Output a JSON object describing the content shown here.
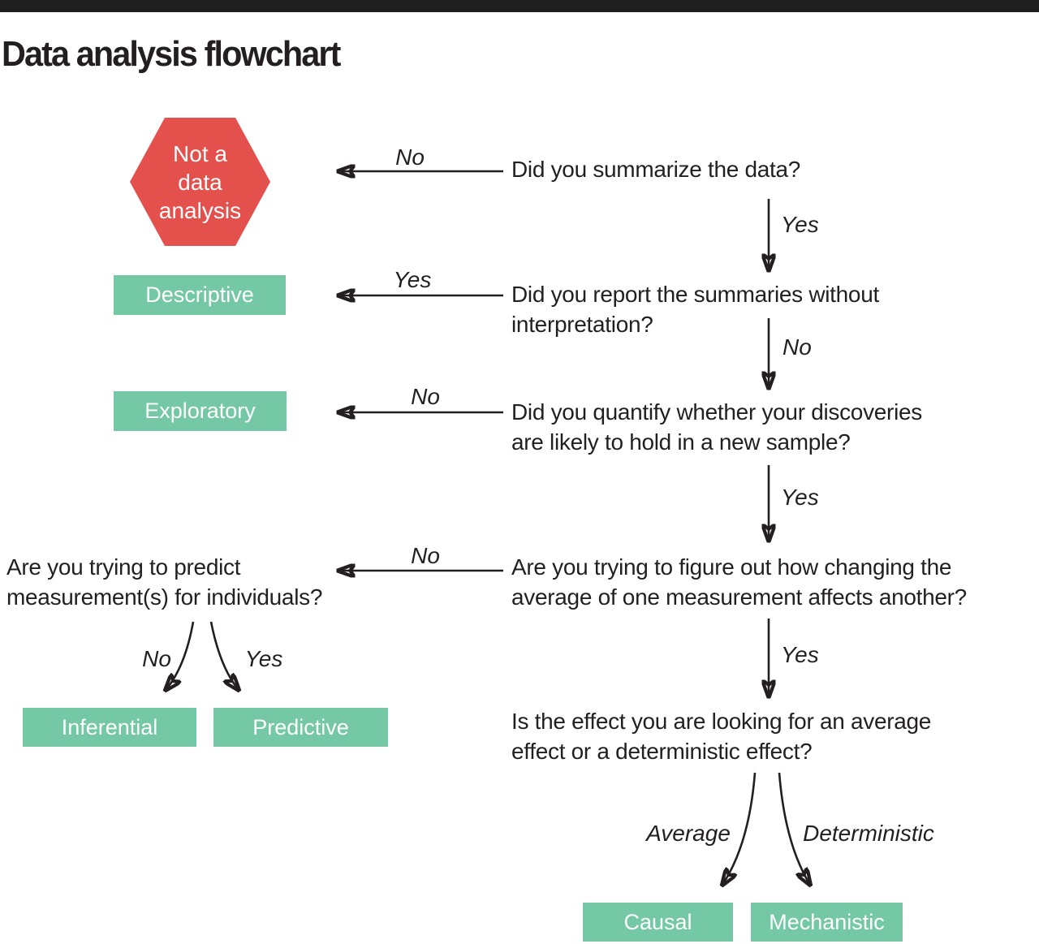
{
  "header": {
    "title": "Data analysis flowchart"
  },
  "colors": {
    "top_bar": "#1E1E1E",
    "ink": "#231F20",
    "terminal_red": "#E4504C",
    "terminal_teal": "#74C8A5",
    "terminal_text": "#FFFFFF"
  },
  "terminals": {
    "not_a_data_analysis": {
      "lines": [
        "Not a",
        "data",
        "analysis"
      ]
    },
    "descriptive": "Descriptive",
    "exploratory": "Exploratory",
    "inferential": "Inferential",
    "predictive": "Predictive",
    "causal": "Causal",
    "mechanistic": "Mechanistic"
  },
  "questions": {
    "summarize": {
      "lines": [
        "Did you summarize the data?"
      ]
    },
    "report": {
      "lines": [
        "Did you report the summaries without",
        "interpretation?"
      ]
    },
    "quantify": {
      "lines": [
        "Did you quantify whether your discoveries",
        "are likely to hold in a new sample?"
      ]
    },
    "predict": {
      "lines": [
        "Are you trying to predict",
        "measurement(s) for individuals?"
      ]
    },
    "average_change": {
      "lines": [
        "Are you trying to figure out how changing the",
        "average of one measurement affects another?"
      ]
    },
    "effect_type": {
      "lines": [
        "Is the effect you are looking for an average",
        "effect or a deterministic effect?"
      ]
    }
  },
  "edge_labels": {
    "summarize_no": "No",
    "summarize_yes": "Yes",
    "report_yes": "Yes",
    "report_no": "No",
    "quantify_no": "No",
    "quantify_yes": "Yes",
    "average_no": "No",
    "average_yes": "Yes",
    "predict_no": "No",
    "predict_yes": "Yes",
    "effect_average": "Average",
    "effect_deterministic": "Deterministic"
  }
}
